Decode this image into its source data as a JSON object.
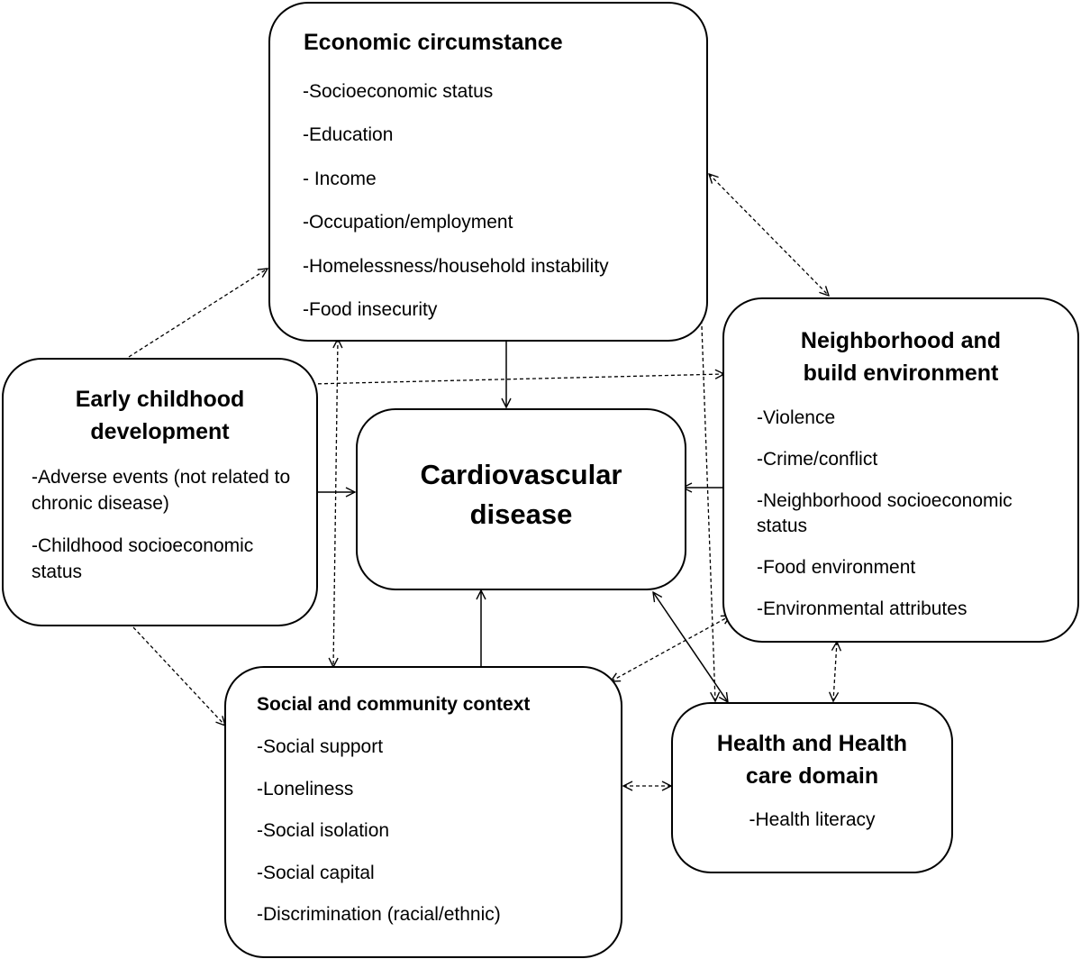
{
  "economic": {
    "title": "Economic circumstance",
    "items": [
      "-Socioeconomic status",
      "-Education",
      "- Income",
      "-Occupation/employment",
      "-Homelessness/household instability",
      "-Food insecurity"
    ]
  },
  "neighborhood": {
    "title_line1": "Neighborhood and",
    "title_line2": "build environment",
    "items": [
      "-Violence",
      "-Crime/conflict",
      "-Neighborhood socioeconomic status",
      "-Food environment",
      "-Environmental attributes"
    ]
  },
  "early": {
    "title_line1": "Early childhood",
    "title_line2": "development",
    "items": [
      "-Adverse events (not related to chronic disease)",
      "-Childhood socioeconomic status"
    ]
  },
  "cvd": {
    "title_line1": "Cardiovascular",
    "title_line2": "disease"
  },
  "social": {
    "title": "Social and community context",
    "items": [
      "-Social support",
      "-Loneliness",
      "-Social isolation",
      "-Social capital",
      "-Discrimination (racial/ethnic)"
    ]
  },
  "health": {
    "title_line1": "Health and Health",
    "title_line2": "care domain",
    "items": [
      "-Health literacy"
    ]
  }
}
